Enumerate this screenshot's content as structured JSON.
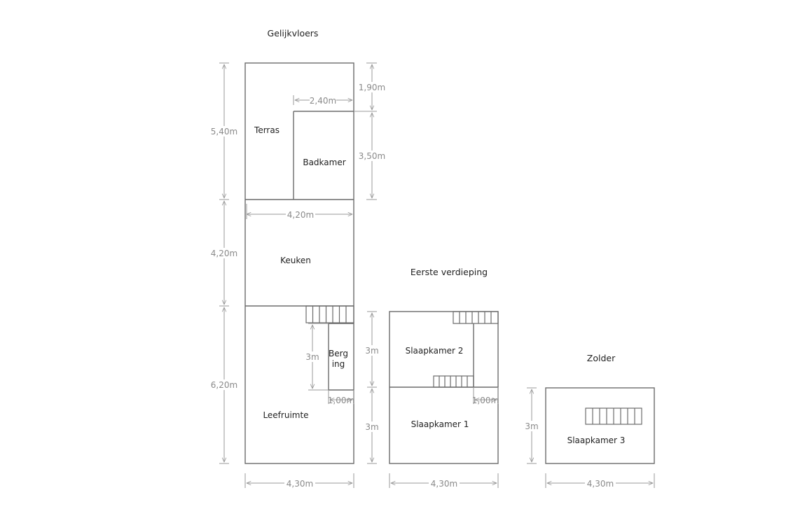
{
  "floors": {
    "ground": {
      "title": "Gelijkvloers",
      "rooms": {
        "terras": "Terras",
        "badkamer": "Badkamer",
        "keuken": "Keuken",
        "berging_1": "Berg",
        "berging_2": "ing",
        "leefruimte": "Leefruimte"
      },
      "dims": {
        "total_top": "5,40m",
        "terras_top": "1,90m",
        "bad_width": "2,40m",
        "bad_height": "3,50m",
        "keuken_width": "4,20m",
        "keuken_height": "4,20m",
        "leef_height": "6,20m",
        "berg_height": "3m",
        "berg_width": "1,00m",
        "width": "4,30m"
      }
    },
    "first": {
      "title": "Eerste verdieping",
      "rooms": {
        "slaapkamer2": "Slaapkamer 2",
        "slaapkamer1": "Slaapkamer 1"
      },
      "dims": {
        "sk2_height": "3m",
        "sk1_height": "3m",
        "small_width": "1,00m",
        "width": "4,30m"
      }
    },
    "attic": {
      "title": "Zolder",
      "rooms": {
        "slaapkamer3": "Slaapkamer 3"
      },
      "dims": {
        "height": "3m",
        "width": "4,30m"
      }
    }
  }
}
